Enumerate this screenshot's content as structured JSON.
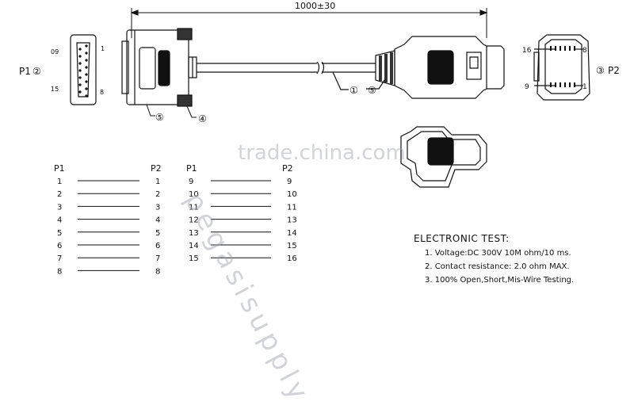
{
  "dimension": "1000±30",
  "p1": {
    "label": "P1",
    "callout": "②",
    "pin_labels": {
      "top_left": "09",
      "top_right": "1",
      "bottom_left": "15",
      "bottom_right": "8"
    }
  },
  "p2": {
    "label": "P2",
    "callout": "③",
    "pin_labels": {
      "top_left": "16",
      "top_right": "8",
      "bottom_left": "9",
      "bottom_right": "1"
    }
  },
  "callouts": {
    "cable": "①",
    "boot_right": "⑤",
    "boot_left": "⑤",
    "screw": "④"
  },
  "pin_table": {
    "col1_header": "P1",
    "col2_header": "P2",
    "col3_header": "P1",
    "col4_header": "P2",
    "left": [
      {
        "p1": "1",
        "p2": "1"
      },
      {
        "p1": "2",
        "p2": "2"
      },
      {
        "p1": "3",
        "p2": "3"
      },
      {
        "p1": "4",
        "p2": "4"
      },
      {
        "p1": "5",
        "p2": "5"
      },
      {
        "p1": "6",
        "p2": "6"
      },
      {
        "p1": "7",
        "p2": "7"
      },
      {
        "p1": "8",
        "p2": "8"
      }
    ],
    "right": [
      {
        "p1": "9",
        "p2": "9"
      },
      {
        "p1": "10",
        "p2": "10"
      },
      {
        "p1": "11",
        "p2": "11"
      },
      {
        "p1": "12",
        "p2": "13"
      },
      {
        "p1": "13",
        "p2": "14"
      },
      {
        "p1": "14",
        "p2": "15"
      },
      {
        "p1": "15",
        "p2": "16"
      }
    ]
  },
  "electronic_test": {
    "title": "ELECTRONIC TEST:",
    "items": [
      "1. Voltage:DC 300V 10M ohm/10 ms.",
      "2. Contact resistance: 2.0 ohm MAX.",
      "3. 100% Open,Short,Mis-Wire Testing."
    ]
  },
  "watermarks": {
    "main": "trade.china.com",
    "diagonal": "pegasisupply"
  },
  "colors": {
    "line": "#111111",
    "watermark": "#9aa0a6"
  }
}
